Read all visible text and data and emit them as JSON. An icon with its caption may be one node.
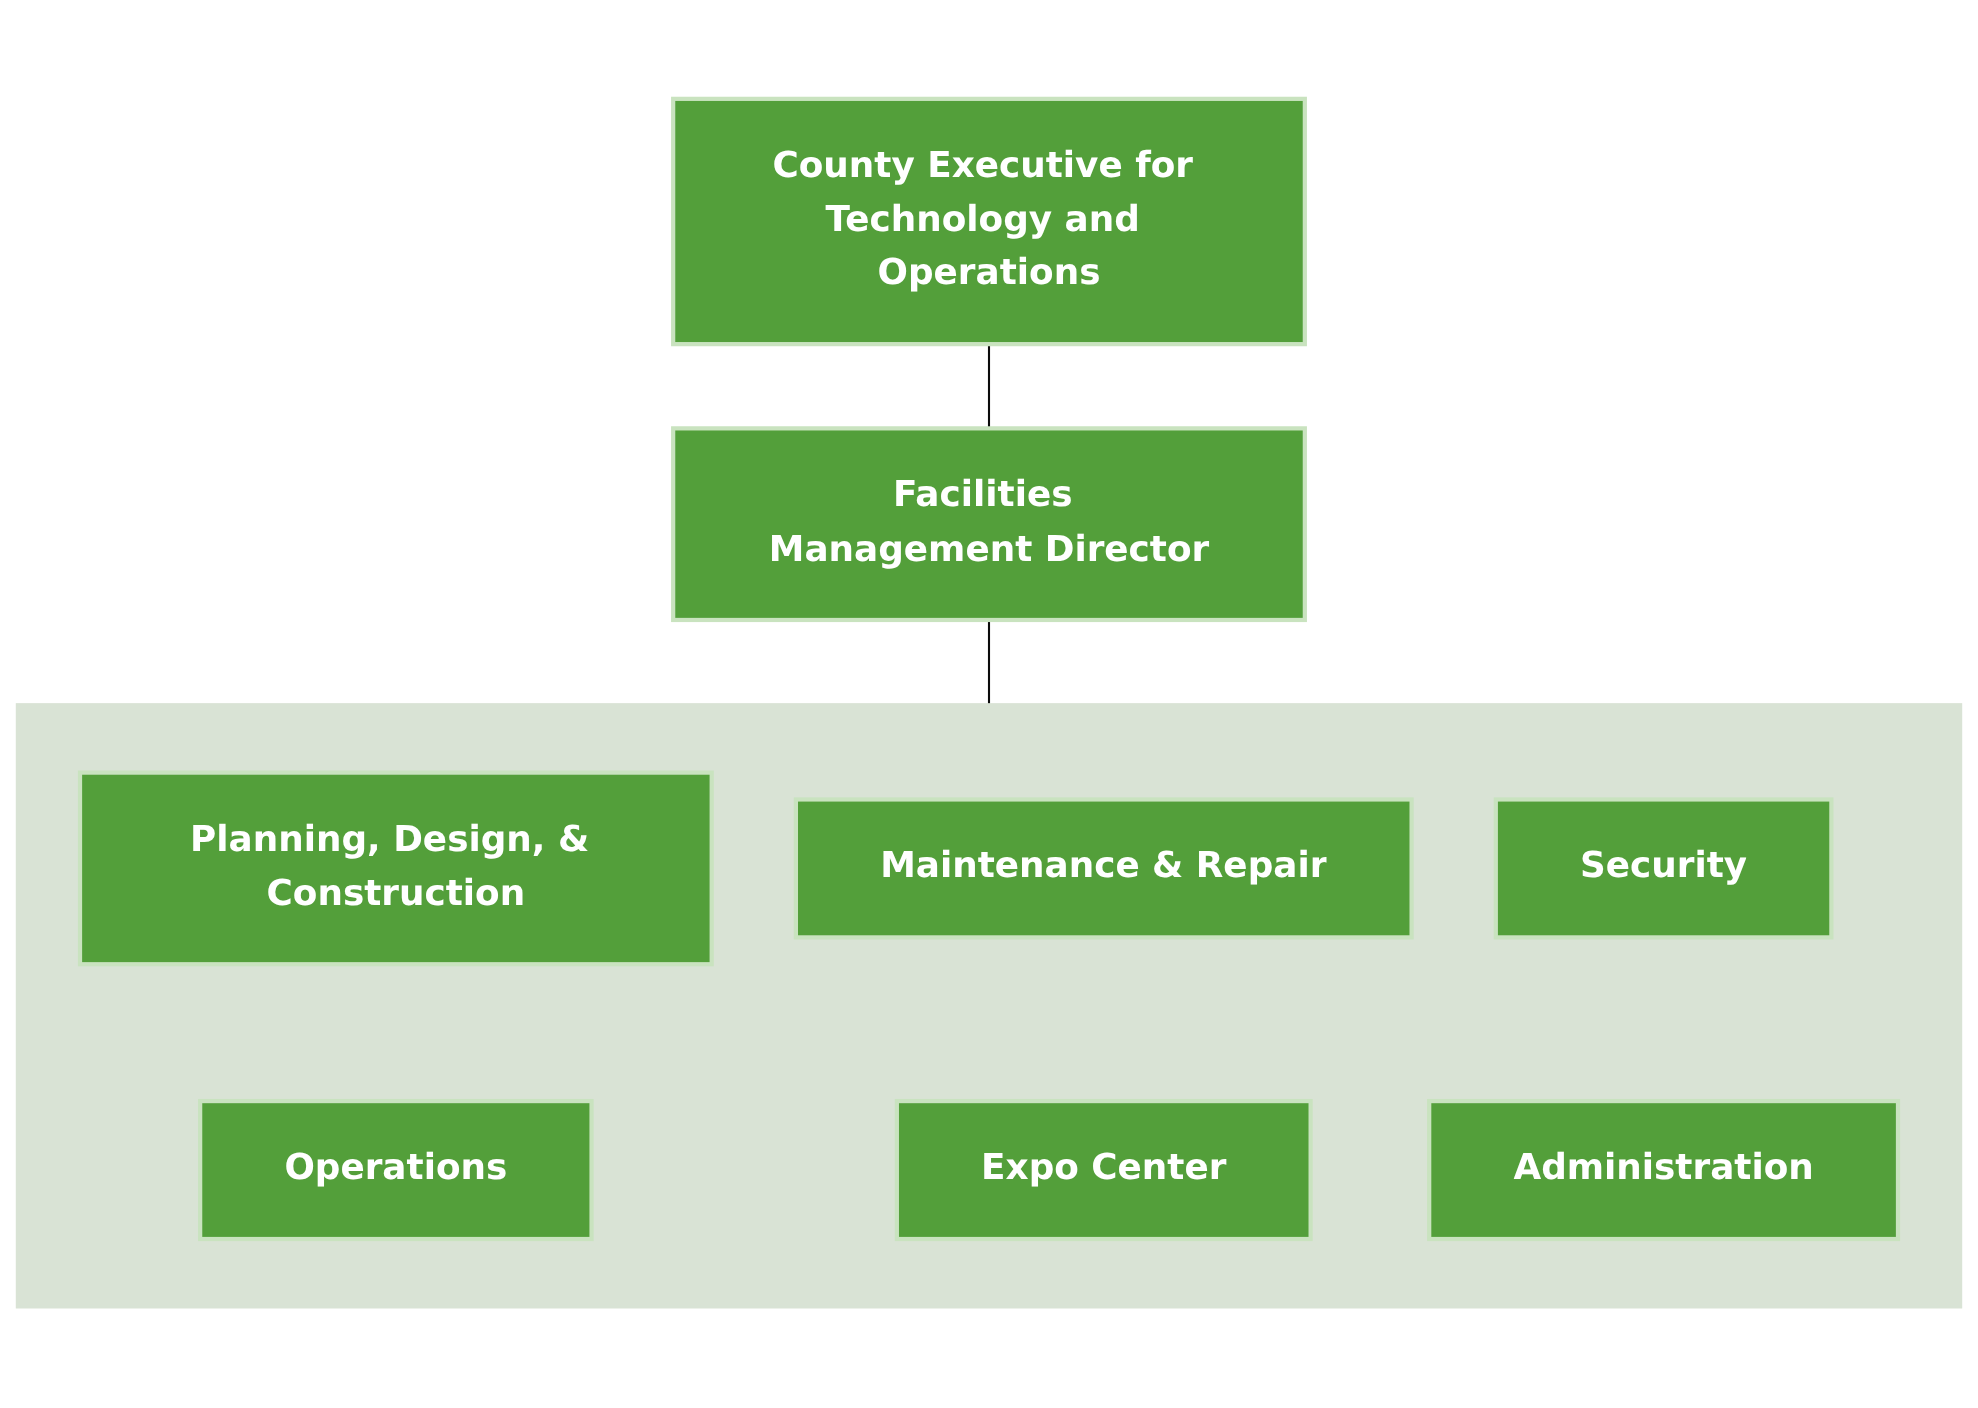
{
  "diagram": {
    "nodes": [
      {
        "text": [
          "County Executive for Technology and Operations"
        ]
      },
      {
        "text": [
          "Facilities Management Director"
        ]
      },
      {
        "text": [],
        "shape": "box"
      },
      {
        "text": [
          "Planning, Design, & Construction"
        ],
        "in": 2
      },
      {
        "text": [
          "Maintenance & Repair"
        ],
        "in": 2
      },
      {
        "text": [
          "Security"
        ],
        "in": 2
      },
      {
        "text": [
          "Operations"
        ],
        "in": 2
      },
      {
        "text": [
          "Expo Center"
        ],
        "in": 2
      },
      {
        "text": [
          "Administration"
        ],
        "in": 2
      }
    ],
    "edges": [
      {
        "from": 0,
        "to": 1,
        "arrow": "none"
      },
      {
        "from": 1,
        "to": 2,
        "arrow": "none"
      }
    ]
  }
}
